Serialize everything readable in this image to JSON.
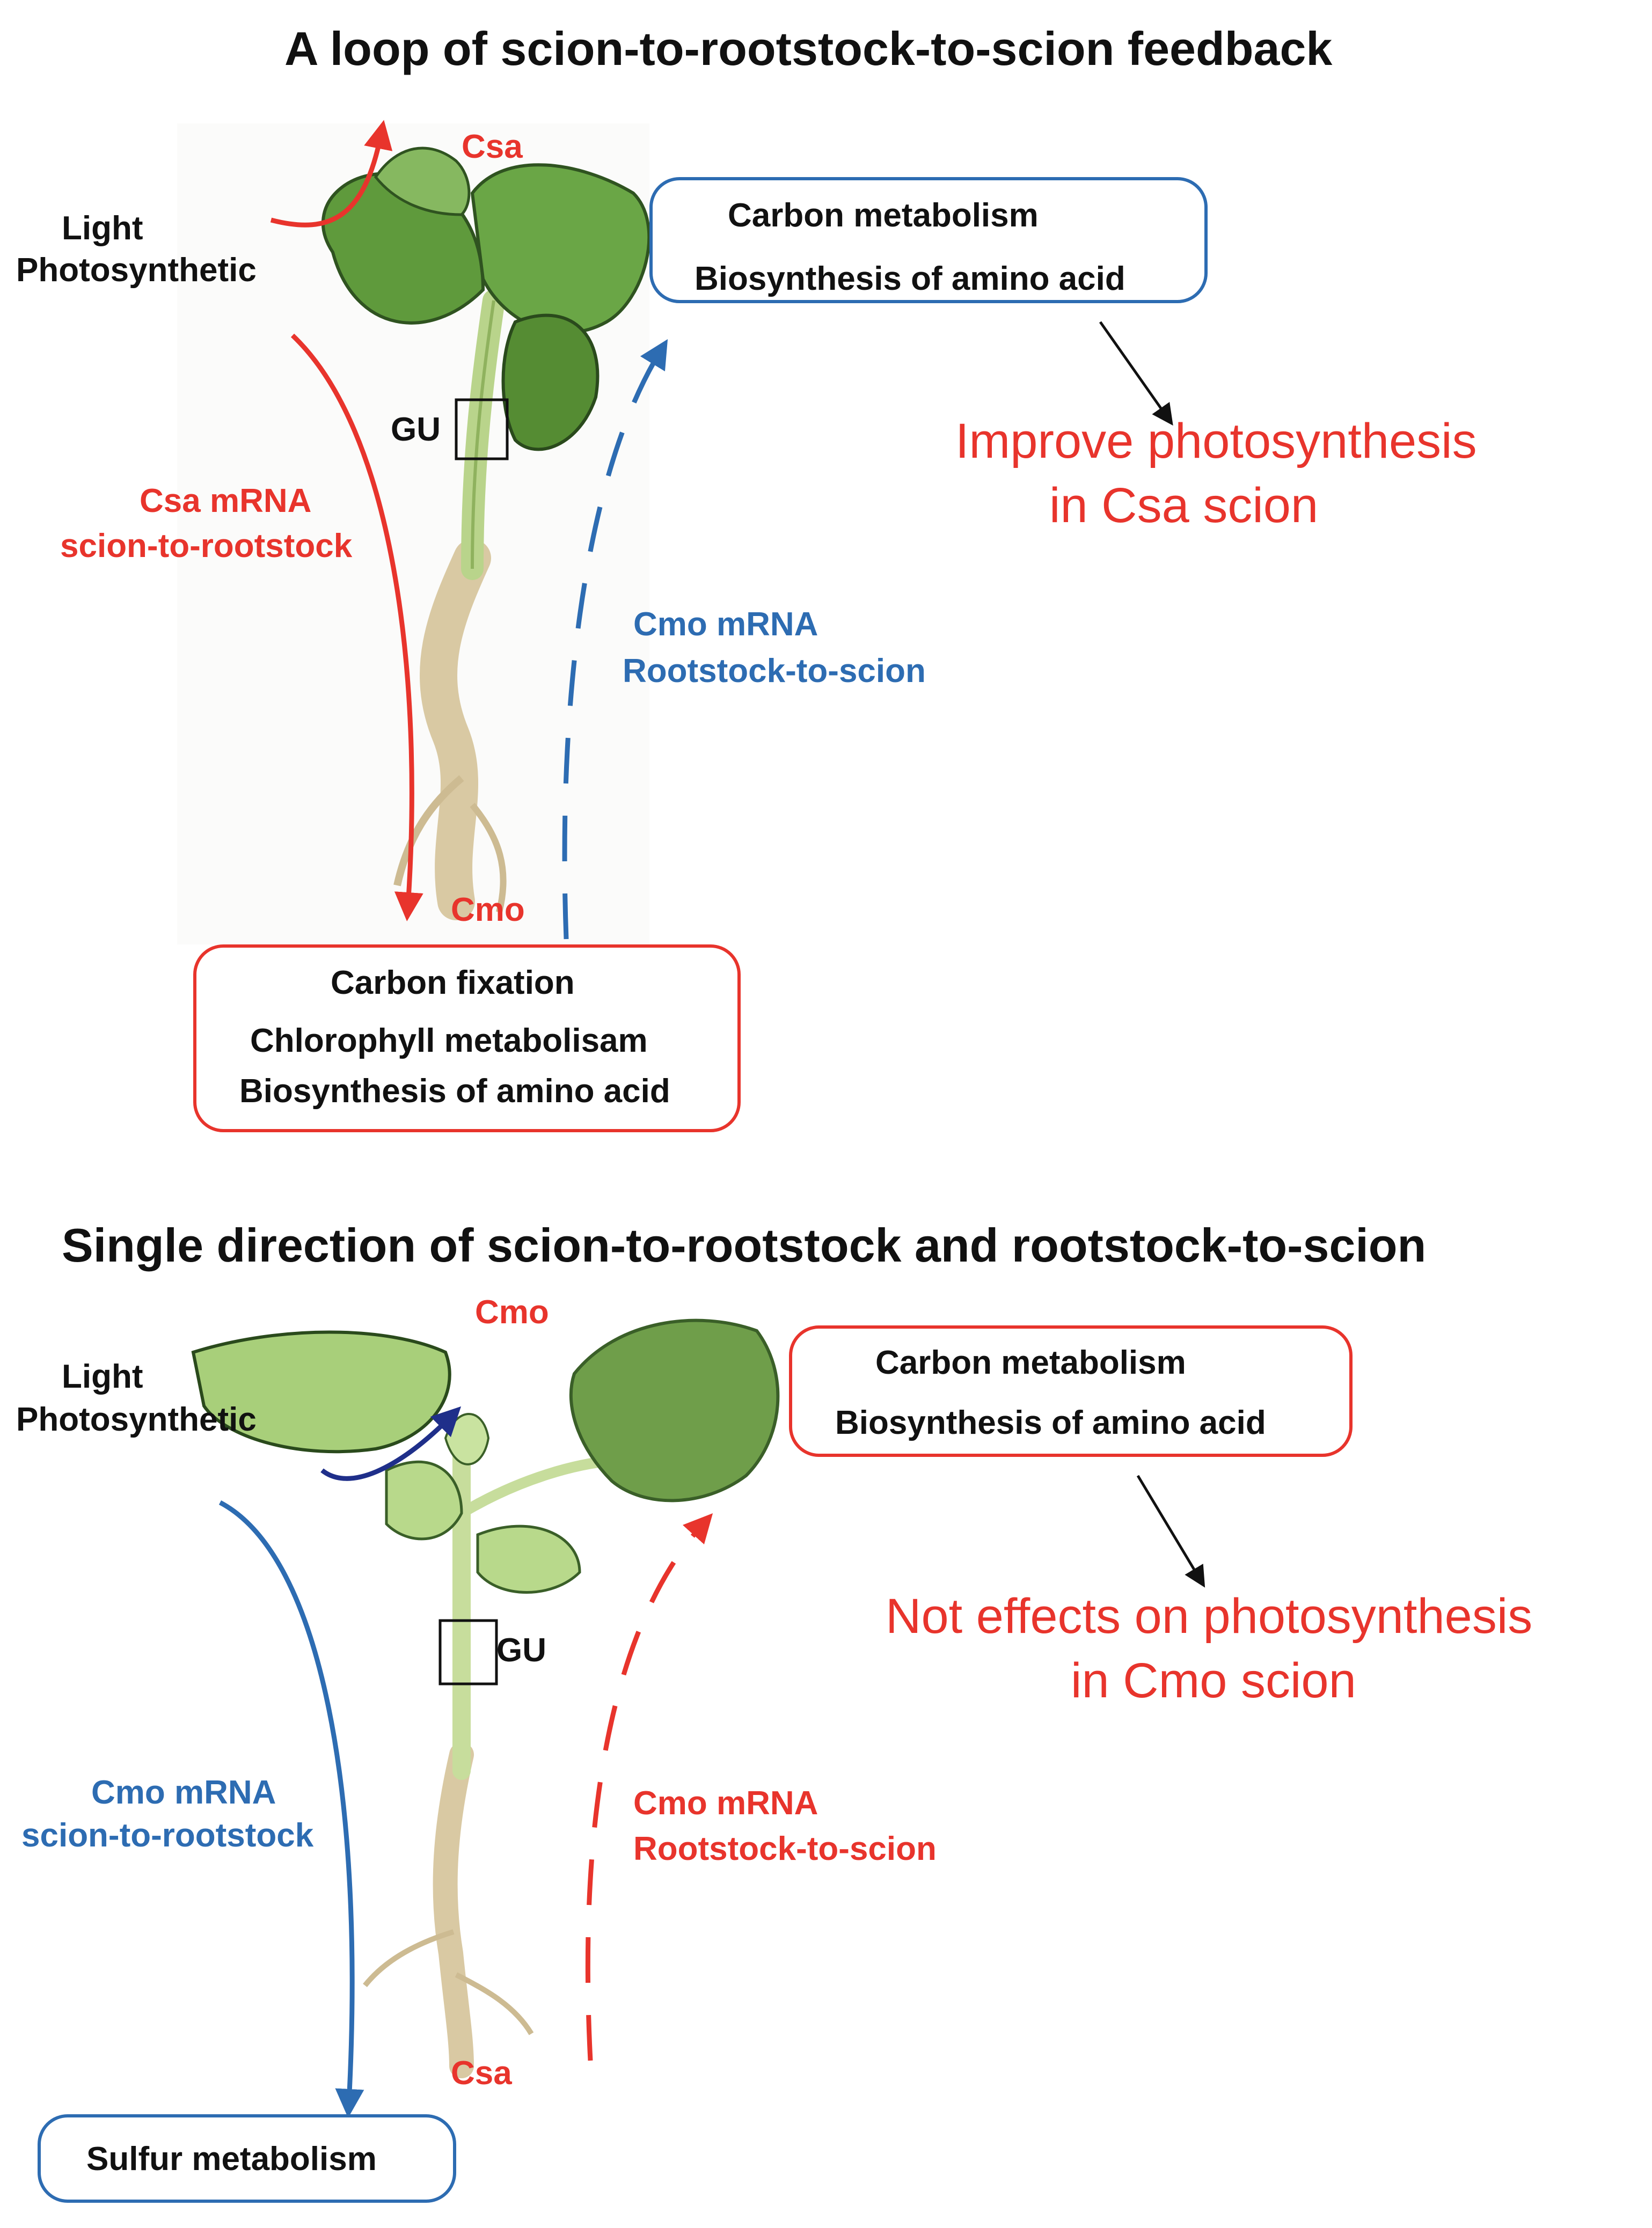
{
  "panel_top": {
    "title": "A loop of scion-to-rootstock-to-scion  feedback",
    "label_scion": "Csa",
    "label_light": "Light",
    "label_photosynthetic": "Photosynthetic",
    "label_gu": "GU",
    "scion_arrow_label_1": "Csa mRNA",
    "scion_arrow_label_2": "scion-to-rootstock",
    "rootstock_arrow_label_1": "Cmo mRNA",
    "rootstock_arrow_label_2": "Rootstock-to-scion",
    "label_rootstock": "Cmo",
    "scion_box": {
      "line_1": "Carbon metabolism",
      "line_2": "Biosynthesis of amino acid",
      "border_color": "#2d6cb2"
    },
    "rootstock_box": {
      "line_1": "Carbon fixation",
      "line_2": "Chlorophyll metabolisam",
      "line_3": "Biosynthesis of amino acid",
      "border_color": "#e8342c"
    },
    "effect_line_1": "Improve photosynthesis",
    "effect_line_2": "in Csa scion"
  },
  "panel_bottom": {
    "title": "Single direction of scion-to-rootstock and rootstock-to-scion",
    "label_scion": "Cmo",
    "label_light": "Light",
    "label_photosynthetic": "Photosynthetic",
    "label_gu": "GU",
    "scion_arrow_label_1": "Cmo mRNA",
    "scion_arrow_label_2": "scion-to-rootstock",
    "rootstock_arrow_label_1": "Cmo mRNA",
    "rootstock_arrow_label_2": "Rootstock-to-scion",
    "label_rootstock": "Csa",
    "scion_box": {
      "line_1": "Carbon metabolism",
      "line_2": "Biosynthesis of amino acid",
      "border_color": "#e8342c"
    },
    "rootstock_box": {
      "line_1": "Sulfur metabolism",
      "border_color": "#2d6cb2"
    },
    "effect_line_1": "Not effects on photosynthesis",
    "effect_line_2": "in Cmo scion"
  },
  "colors": {
    "red": "#e8342c",
    "blue": "#2d6cb2",
    "dark_blue": "#1f2f8a",
    "text": "#111111",
    "leaf_green": "#5f9a3c",
    "leaf_light": "#9cc872",
    "stem": "#b9d48b",
    "root": "#d9c9a3"
  }
}
